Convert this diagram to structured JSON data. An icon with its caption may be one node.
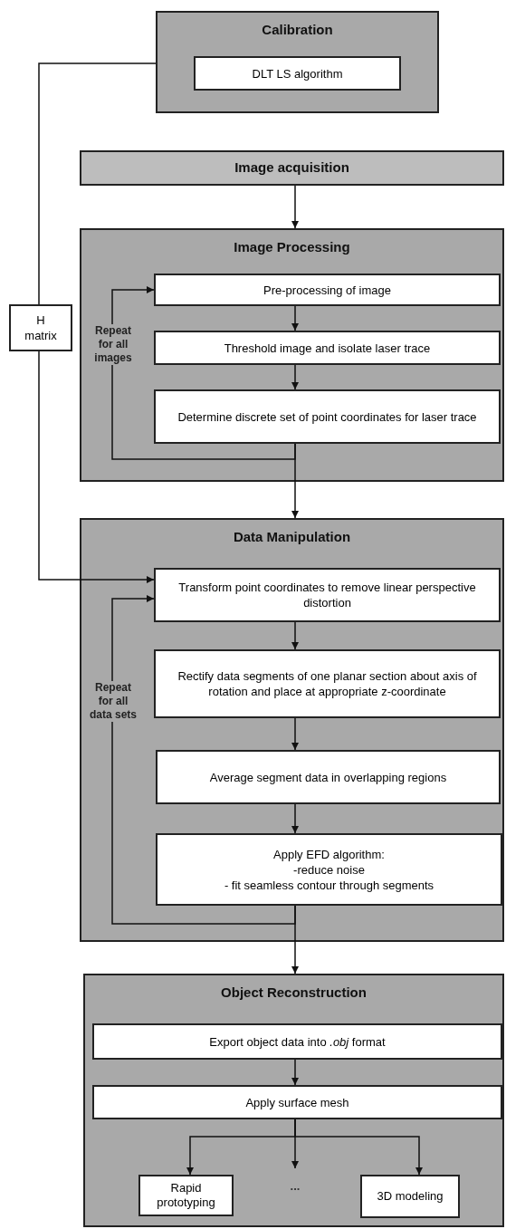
{
  "diagram": {
    "nodes": [
      {
        "text": [
          "Calibration"
        ]
      },
      {
        "text": [
          "DLT LS algorithm"
        ],
        "in": 0
      },
      {
        "text": [
          "Image acquisition"
        ]
      },
      {
        "text": [
          "Image Processing"
        ]
      },
      {
        "text": [
          "Pre-processing of image"
        ],
        "in": 3
      },
      {
        "text": [
          "Threshold image and isolate laser trace"
        ],
        "in": 3
      },
      {
        "text": [
          "Determine discrete set of point coordinates for laser trace"
        ],
        "in": 3
      },
      {
        "text": [
          "H matrix"
        ]
      },
      {
        "text": [
          "Data Manipulation"
        ]
      },
      {
        "text": [
          "Transform point coordinates to remove linear perspective distortion"
        ],
        "in": 8
      },
      {
        "text": [
          "Rectify data segments of one planar section about axis of rotation and place at appropriate z-coordinate"
        ],
        "in": 8
      },
      {
        "text": [
          "Average segment data in overlapping regions"
        ],
        "in": 8
      },
      {
        "text": [
          "Apply EFD algorithm:",
          "-reduce noise",
          "- fit seamless contour through segments"
        ],
        "in": 8
      },
      {
        "text": [
          "Object Reconstruction"
        ]
      },
      {
        "text": [
          "Export object data into *.obj* format"
        ],
        "in": 13
      },
      {
        "text": [
          "Apply surface mesh"
        ],
        "in": 13
      },
      {
        "text": [
          "Rapid prototyping"
        ],
        "in": 13
      },
      {
        "text": [
          "..."
        ],
        "in": 13
      },
      {
        "text": [
          "3D modeling"
        ],
        "in": 13
      }
    ],
    "edges": [
      {
        "from": 2,
        "to": 3,
        "arrow": "to"
      },
      {
        "from": 4,
        "to": 5,
        "arrow": "to"
      },
      {
        "from": 5,
        "to": 6,
        "arrow": "to"
      },
      {
        "from": 6,
        "to": 4,
        "arrow": "to",
        "label": "Repeat for all images"
      },
      {
        "from": 6,
        "to": 8,
        "arrow": "to"
      },
      {
        "from": 0,
        "to": 7,
        "arrow": "none"
      },
      {
        "from": 7,
        "to": 9,
        "arrow": "to"
      },
      {
        "from": 9,
        "to": 10,
        "arrow": "to"
      },
      {
        "from": 10,
        "to": 11,
        "arrow": "to"
      },
      {
        "from": 11,
        "to": 12,
        "arrow": "to"
      },
      {
        "from": 12,
        "to": 9,
        "arrow": "to",
        "label": "Repeat for all data sets"
      },
      {
        "from": 12,
        "to": 13,
        "arrow": "to"
      },
      {
        "from": 14,
        "to": 15,
        "arrow": "to"
      },
      {
        "from": 15,
        "to": 16,
        "arrow": "to"
      },
      {
        "from": 15,
        "to": 17,
        "arrow": "to"
      },
      {
        "from": 15,
        "to": 18,
        "arrow": "to"
      }
    ]
  }
}
